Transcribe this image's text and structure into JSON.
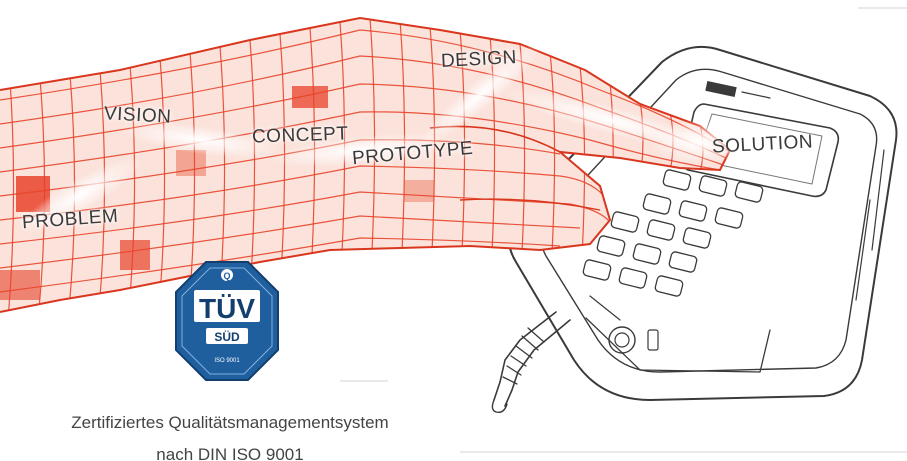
{
  "process_stages": {
    "problem": "PROBLEM",
    "vision": "VISION",
    "concept": "CONCEPT",
    "prototype": "PROTOTYPE",
    "design": "DESIGN",
    "solution": "SOLUTION"
  },
  "certification": {
    "seal": {
      "top_letter": "Q",
      "main": "TÜV",
      "sub": "SÜD",
      "standard": "ISO 9001"
    },
    "caption_line_1": "Zertifiziertes Qualitätsmanagementsystem",
    "caption_line_2": "nach DIN ISO 9001"
  },
  "colors": {
    "wireframe_red": "#e8432a",
    "wireframe_light": "#f6c9bd",
    "glow": "#ffffff",
    "seal_blue": "#1f5f9e",
    "seal_dark": "#123f6e",
    "device_line": "#3a3a3a",
    "caption_text": "#444444"
  },
  "icons": {
    "hand": "wireframe-hand-illustration",
    "device": "handheld-terminal-illustration",
    "seal": "tuv-sud-certification-seal"
  }
}
